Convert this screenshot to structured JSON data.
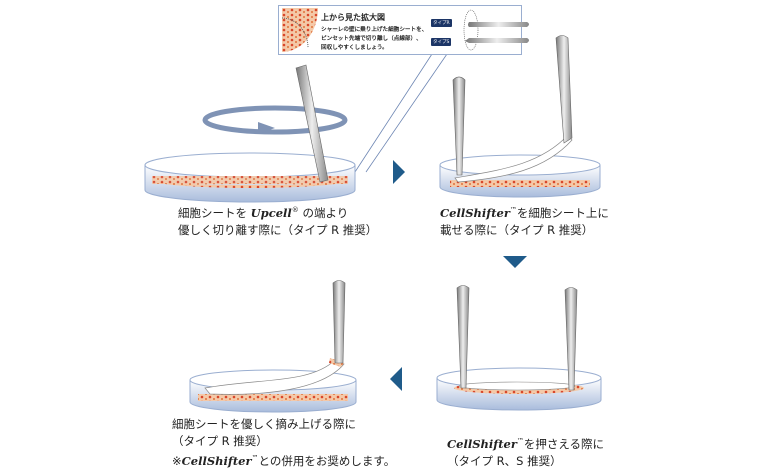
{
  "callout": {
    "title": "上から見た拡大図",
    "body_lines": [
      "シャーレの壁に乗り上げた細胞シートを、",
      "ピンセット先端で切り離し（点線部）、",
      "回収しやすくしましょう。"
    ],
    "badge_r": "タイプR",
    "badge_s": "タイプS"
  },
  "steps": [
    {
      "line1_pre": "細胞シートを ",
      "brand": "Upcell",
      "mark": "®",
      "line1_post": " の端より",
      "line2": "優しく切り離す際に（タイプ R 推奨）"
    },
    {
      "brand": "CellShifter",
      "mark": "™",
      "line1_post": "を細胞シート上に",
      "line2": "載せる際に（タイプ R 推奨）"
    },
    {
      "line1": "細胞シートを優しく摘み上げる際に",
      "line2": "（タイプ R 推奨）",
      "line3_pre": "※",
      "brand": "CellShifter",
      "mark": "™",
      "line3_post": "との併用をお奨めします。"
    },
    {
      "brand": "CellShifter",
      "mark": "™",
      "line1_post": "を押さえる際に",
      "line2": "（タイプ R、S 推奨）"
    }
  ],
  "colors": {
    "accent": "#1f5b8a",
    "cells": "#e0703a",
    "dish": "#b9c9e3"
  }
}
